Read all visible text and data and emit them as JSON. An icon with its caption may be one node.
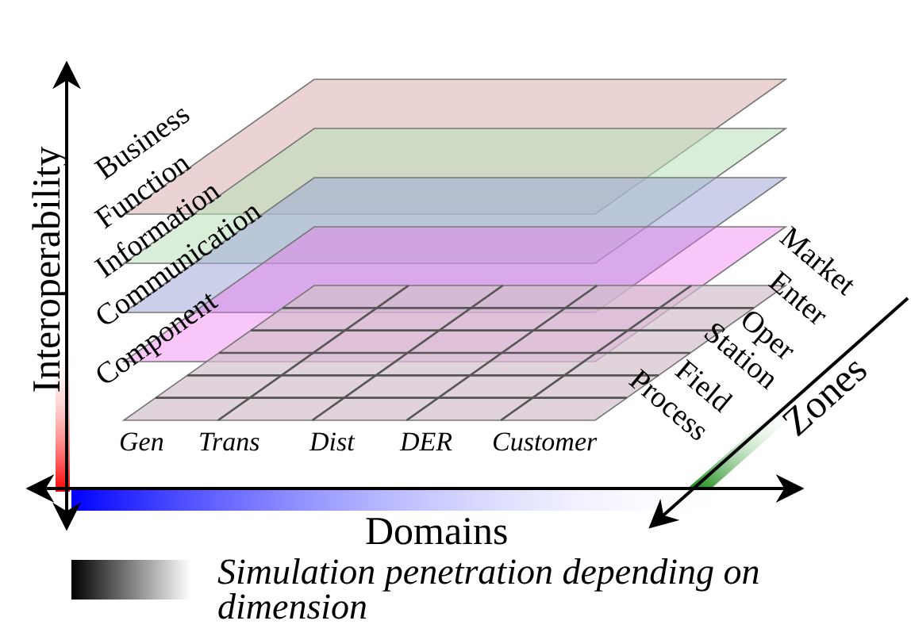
{
  "diagram": {
    "labels": [
      "Business",
      "Function",
      "Information",
      "Communication",
      "Component",
      "Interoperability",
      "Domains",
      "Zones",
      "Gen",
      "Trans",
      "Dist",
      "DER",
      "Customer",
      "Market",
      "Enter",
      "Oper",
      "Station",
      "Field",
      "Process"
    ],
    "legend": [
      {
        "text": "Simulation penetration depending on dimension"
      }
    ]
  }
}
